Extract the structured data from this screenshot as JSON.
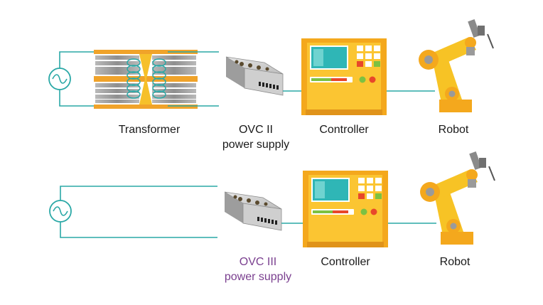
{
  "row1": {
    "transformer_label": "Transformer",
    "psu_label_line1": "OVC II",
    "psu_label_line2": "power supply",
    "controller_label": "Controller",
    "robot_label": "Robot"
  },
  "row2": {
    "psu_label_line1": "OVC III",
    "psu_label_line2": "power supply",
    "controller_label": "Controller",
    "robot_label": "Robot"
  },
  "colors": {
    "wire": "#2aa8a6",
    "controller_body": "#f4a81d",
    "controller_front": "#fbc532",
    "screen": "#2fb6b6",
    "robot_arm": "#f7c325",
    "joint": "#9a9a9a",
    "ovc3_text": "#7a3f8f",
    "transformer_core": "#f0a32a"
  },
  "icons": [
    "ac-source-icon",
    "transformer-icon",
    "power-supply-icon",
    "controller-icon",
    "robot-arm-icon"
  ]
}
